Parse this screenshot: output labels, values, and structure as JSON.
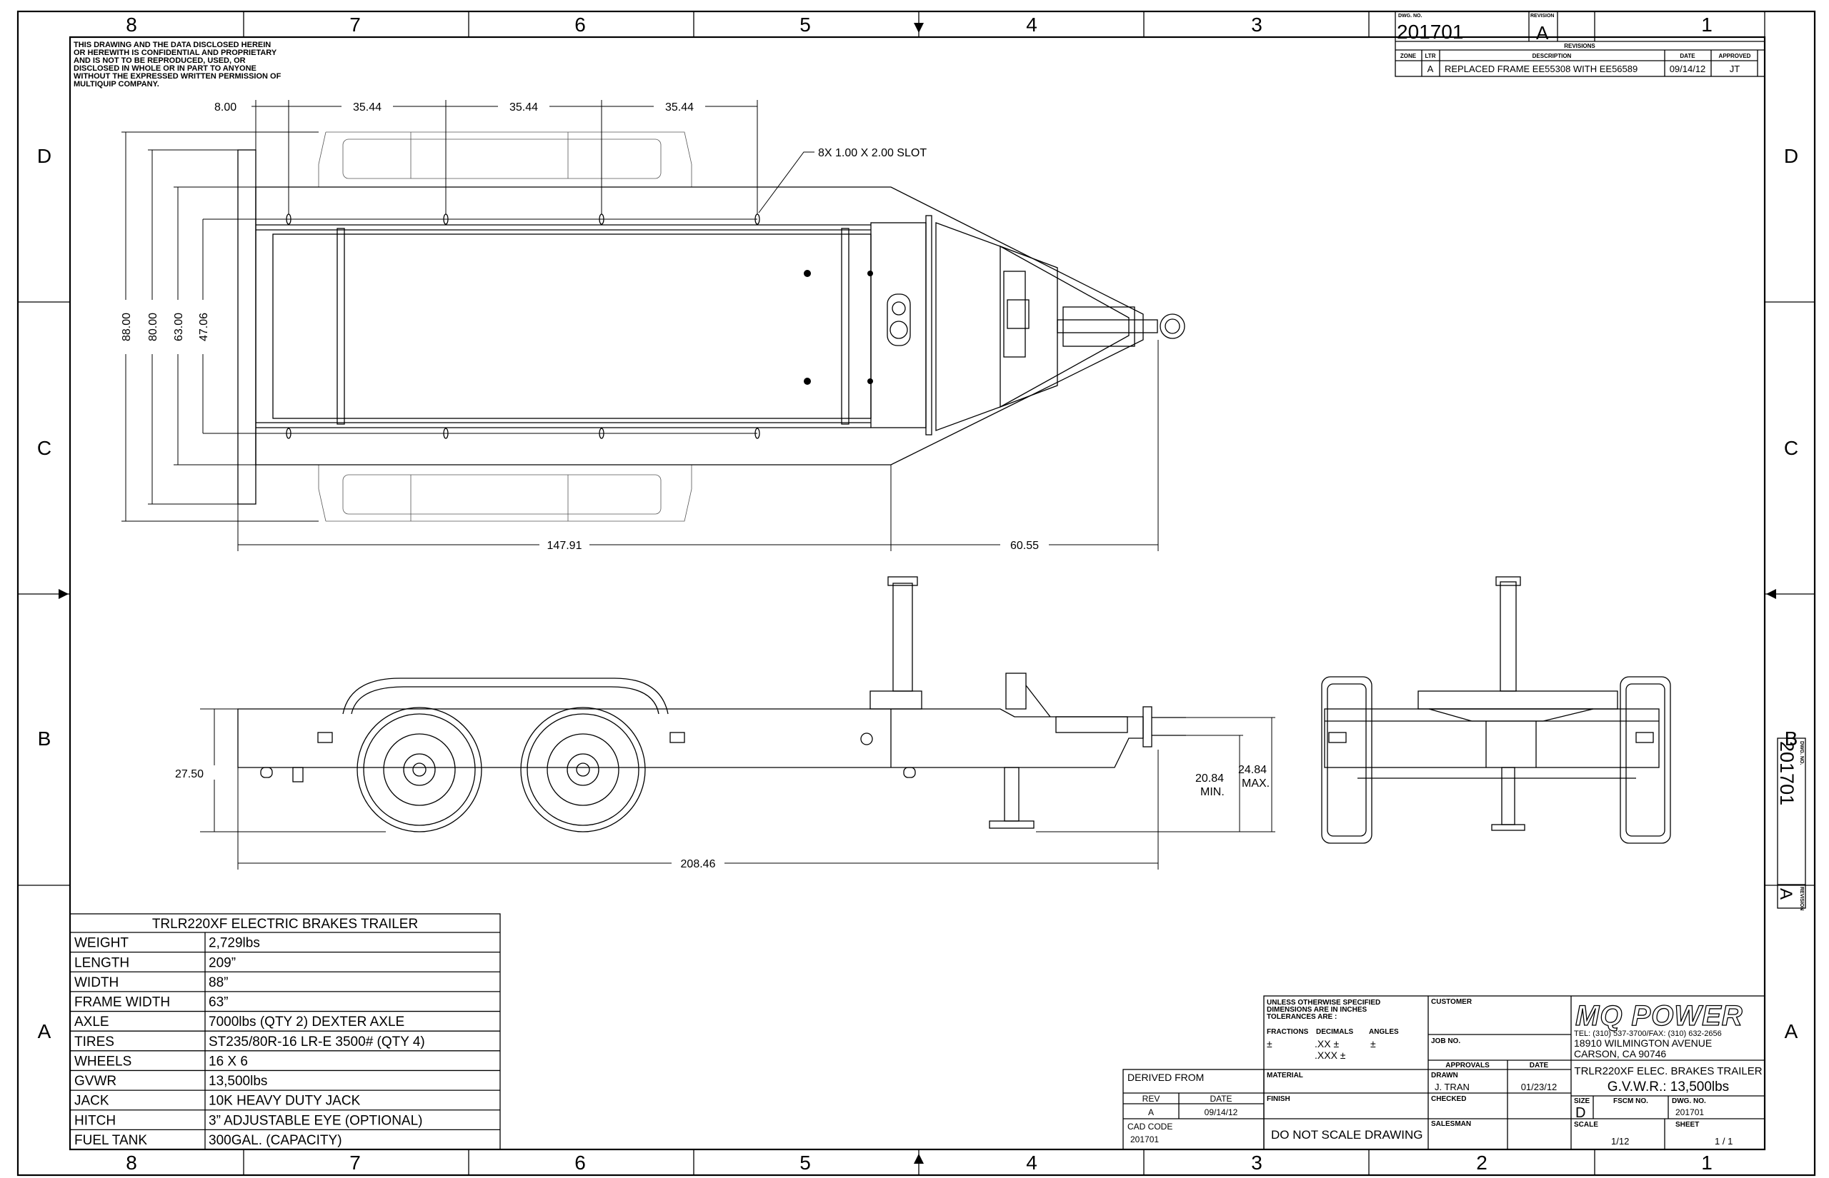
{
  "zones": {
    "columns": [
      "8",
      "7",
      "6",
      "5",
      "4",
      "3",
      "2",
      "1"
    ],
    "rows": [
      "D",
      "C",
      "B",
      "A"
    ]
  },
  "notice": [
    "THIS DRAWING AND THE DATA DISCLOSED HEREIN",
    "OR HEREWITH IS CONFIDENTIAL AND PROPRIETARY",
    "AND IS NOT TO BE REPRODUCED, USED, OR",
    "DISCLOSED IN WHOLE OR IN PART TO ANYONE",
    "WITHOUT THE EXPRESSED WRITTEN PERMISSION OF",
    "MULTIQUIP COMPANY."
  ],
  "revision_block": {
    "dwg_no_label": "DWG. NO.",
    "dwg_no": "201701",
    "revision_label": "REVISION",
    "revision": "A",
    "zone_number": "1",
    "revisions_title": "REVISIONS",
    "headers": [
      "ZONE",
      "LTR",
      "DESCRIPTION",
      "DATE",
      "APPROVED"
    ],
    "rows": [
      {
        "zone": "",
        "ltr": "A",
        "description": "REPLACED FRAME EE55308 WITH EE56589",
        "date": "09/14/12",
        "approved": "JT"
      }
    ]
  },
  "top_view": {
    "dims": {
      "end_offset": "8.00",
      "slot_spacing": [
        "35.44",
        "35.44",
        "35.44"
      ],
      "overall_width": "88.00",
      "plate_width": "80.00",
      "frame_width": "63.00",
      "slot_width": "47.06",
      "frame_length": "147.91",
      "tongue_length": "60.55"
    },
    "slot_note": "8X 1.00 X 2.00 SLOT"
  },
  "side_view": {
    "dims": {
      "frame_height": "27.50",
      "overall_length": "208.46",
      "hitch_min": "20.84",
      "hitch_min_label": "MIN.",
      "hitch_max": "24.84",
      "hitch_max_label": "MAX."
    }
  },
  "spec_table": {
    "title": "TRLR220XF ELECTRIC BRAKES TRAILER",
    "rows": [
      {
        "label": "WEIGHT",
        "value": "2,729lbs"
      },
      {
        "label": "LENGTH",
        "value": "209”"
      },
      {
        "label": "WIDTH",
        "value": "88”"
      },
      {
        "label": "FRAME WIDTH",
        "value": "63”"
      },
      {
        "label": "AXLE",
        "value": "7000lbs (QTY 2) DEXTER AXLE"
      },
      {
        "label": "TIRES",
        "value": "ST235/80R-16 LR-E 3500# (QTY 4)"
      },
      {
        "label": "WHEELS",
        "value": "16 X 6"
      },
      {
        "label": "GVWR",
        "value": "13,500lbs"
      },
      {
        "label": "JACK",
        "value": "10K HEAVY DUTY JACK"
      },
      {
        "label": "HITCH",
        "value": "3” ADJUSTABLE EYE (OPTIONAL)"
      },
      {
        "label": "FUEL TANK",
        "value": "300GAL. (CAPACITY)"
      }
    ]
  },
  "title_block": {
    "derived_from_label": "DERIVED FROM",
    "rev_label": "REV",
    "date_label": "DATE",
    "rev": "A",
    "rev_date": "09/14/12",
    "cad_code_label": "CAD CODE",
    "cad_code": "201701",
    "tolerance_lines": [
      "UNLESS OTHERWISE SPECIFIED",
      "DIMENSIONS ARE IN INCHES",
      "TOLERANCES ARE :"
    ],
    "fractions_label": "FRACTIONS",
    "decimals_label": "DECIMALS",
    "angles_label": "ANGLES",
    "fractions_tol": "±",
    "xx_tol": ".XX ±",
    "angles_tol": "±",
    "xxx_tol": ".XXX ±",
    "material_label": "MATERIAL",
    "finish_label": "FINISH",
    "do_not_scale": "DO NOT SCALE DRAWING",
    "customer_label": "CUSTOMER",
    "job_no_label": "JOB NO.",
    "approvals_label": "APPROVALS",
    "approvals_date_label": "DATE",
    "drawn_label": "DRAWN",
    "drawn_by": "J. TRAN",
    "drawn_date": "01/23/12",
    "checked_label": "CHECKED",
    "salesman_label": "SALESMAN",
    "company_logo": "MQ POWER",
    "phone": "TEL: (310) 537-3700/FAX: (310) 632-2656",
    "address_1": "18910 WILMINGTON AVENUE",
    "address_2": "CARSON, CA 90746",
    "drawing_title": "TRLR220XF ELEC. BRAKES TRAILER",
    "gvwr": "G.V.W.R.: 13,500lbs",
    "size_label": "SIZE",
    "size": "D",
    "fscm_label": "FSCM NO.",
    "dwg_no_label": "DWG. NO.",
    "dwg_no": "201701",
    "scale_label": "SCALE",
    "scale": "1/12",
    "sheet_label": "SHEET",
    "sheet": "1 / 1"
  },
  "side_stamp": {
    "dwg_no_label": "DWG. NO.",
    "dwg_no": "201701",
    "revision_label": "REVISION",
    "revision": "A"
  }
}
